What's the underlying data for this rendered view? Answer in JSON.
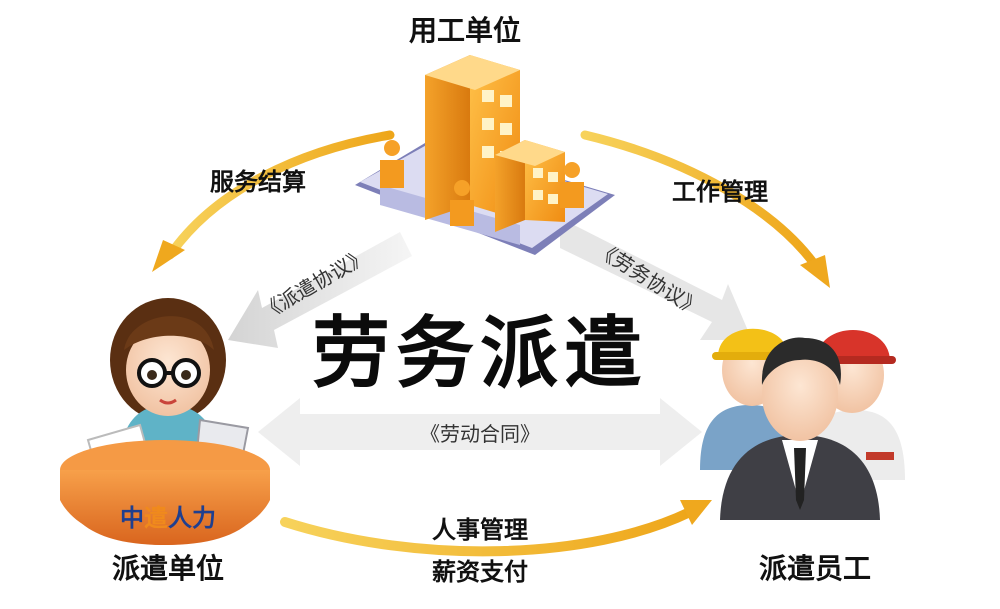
{
  "title": "劳务派遣",
  "nodes": {
    "employer": "用工单位",
    "agency": "派遣单位",
    "employee": "派遣员工"
  },
  "flows": {
    "settlement": "服务结算",
    "work_management": "工作管理",
    "hr_management": "人事管理",
    "salary_payment": "薪资支付"
  },
  "agreements": {
    "dispatch": "《派遣协议》",
    "service": "《劳务协议》",
    "labor_contract": "《劳动合同》"
  },
  "brand": {
    "part1": "中",
    "part2": "遣",
    "part3": "人力"
  },
  "colors": {
    "arrow": "#f2b21f",
    "building": "#f5a623",
    "brand_blue": "#1f3f8f",
    "brand_orange": "#f08a1c"
  }
}
